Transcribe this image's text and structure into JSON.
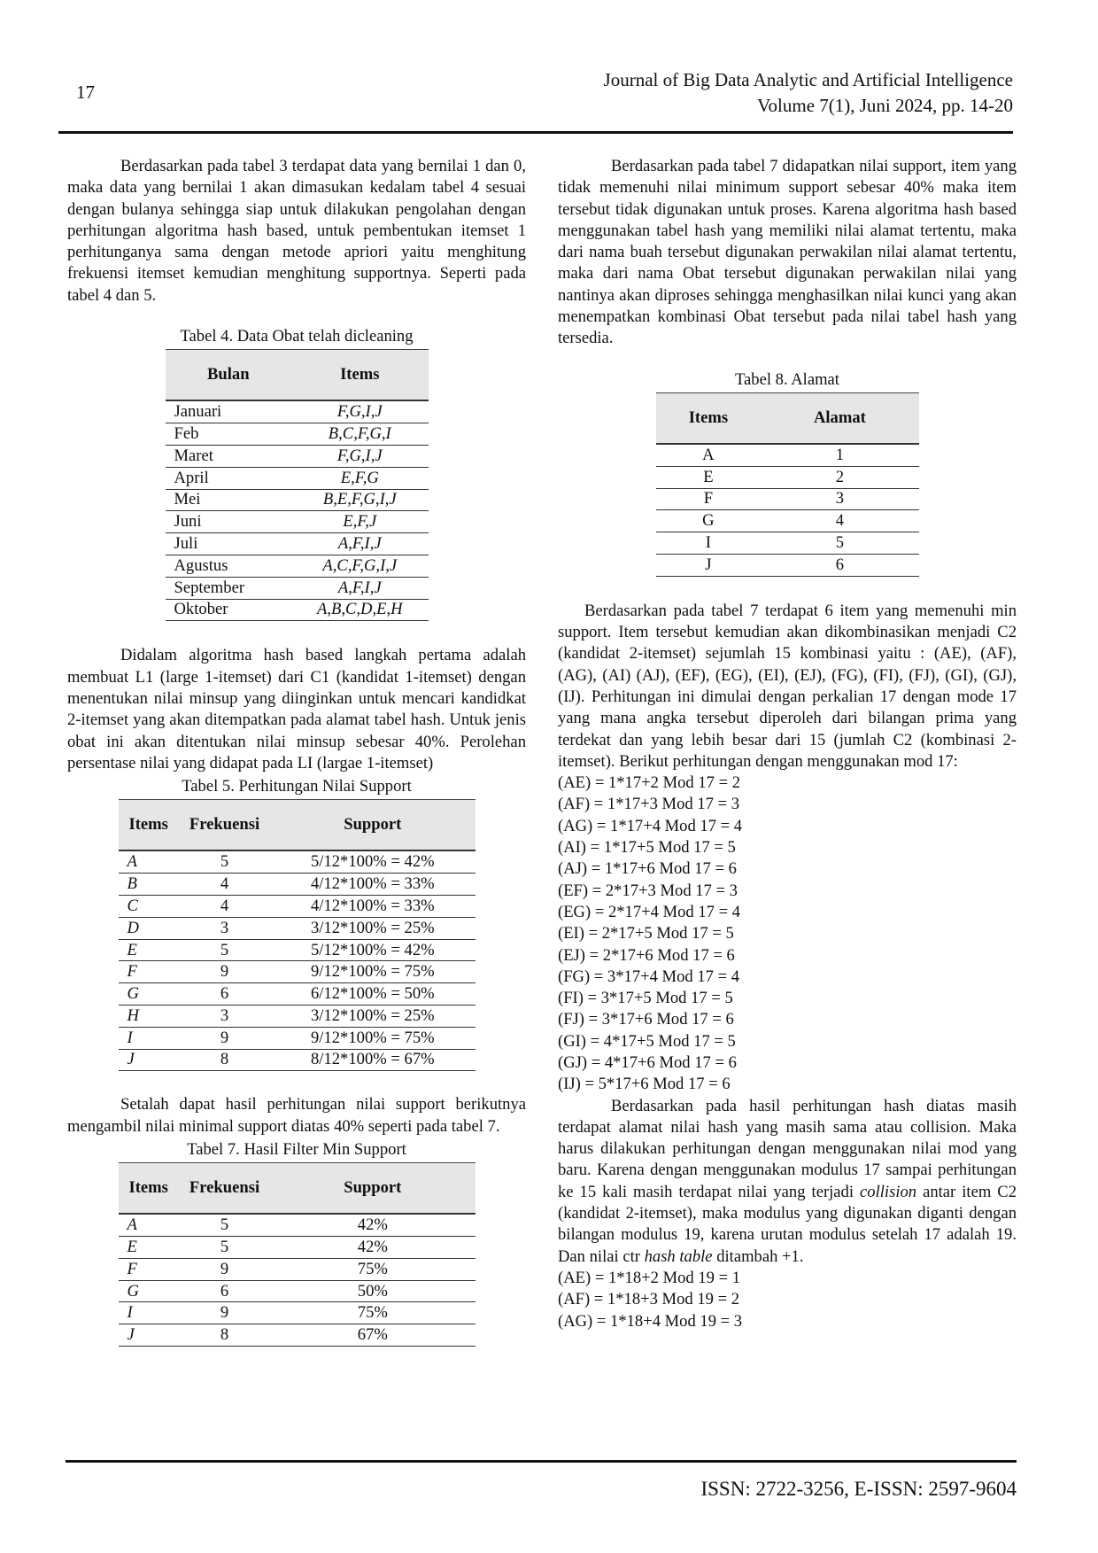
{
  "header": {
    "page_number": "17",
    "journal_title": "Journal of Big Data Analytic and Artificial Intelligence",
    "volume_info": "Volume 7(1), Juni 2024, pp. 14-20"
  },
  "footer": {
    "issn": "ISSN: 2722-3256, E-ISSN: 2597-9604"
  },
  "left": {
    "para1": "Berdasarkan pada tabel 3 terdapat data yang bernilai 1 dan 0, maka data yang bernilai 1 akan dimasukan kedalam tabel 4 sesuai dengan bulanya sehingga siap untuk dilakukan pengolahan dengan perhitungan algoritma hash based, untuk pembentukan itemset 1 perhitunganya sama dengan metode apriori yaitu menghitung frekuensi itemset kemudian menghitung supportnya. Seperti pada tabel 4 dan 5.",
    "table4": {
      "caption": "Tabel 4. Data Obat telah dicleaning",
      "headers": [
        "Bulan",
        "Items"
      ],
      "rows": [
        [
          "Januari",
          "F,G,I,J"
        ],
        [
          "Feb",
          "B,C,F,G,I"
        ],
        [
          "Maret",
          "F,G,I,J"
        ],
        [
          "April",
          "E,F,G"
        ],
        [
          "Mei",
          "B,E,F,G,I,J"
        ],
        [
          "Juni",
          "E,F,J"
        ],
        [
          "Juli",
          "A,F,I,J"
        ],
        [
          "Agustus",
          "A,C,F,G,I,J"
        ],
        [
          "September",
          "A,F,I,J"
        ],
        [
          "Oktober",
          "A,B,C,D,E,H"
        ]
      ]
    },
    "para2": "Didalam algoritma hash based langkah pertama adalah membuat L1 (large 1-itemset) dari C1 (kandidat 1-itemset) dengan menentukan nilai minsup yang diinginkan untuk mencari kandidkat 2-itemset yang akan ditempatkan pada alamat tabel hash. Untuk jenis obat ini akan ditentukan nilai minsup sebesar 40%. Perolehan persentase nilai yang didapat pada LI (largae 1-itemset)",
    "table5": {
      "caption": "Tabel 5. Perhitungan Nilai Support",
      "headers": [
        "Items",
        "Frekuensi",
        "Support"
      ],
      "rows": [
        [
          "A",
          "5",
          "5/12*100% = 42%"
        ],
        [
          "B",
          "4",
          "4/12*100% = 33%"
        ],
        [
          "C",
          "4",
          "4/12*100% = 33%"
        ],
        [
          "D",
          "3",
          "3/12*100% = 25%"
        ],
        [
          "E",
          "5",
          "5/12*100% = 42%"
        ],
        [
          "F",
          "9",
          "9/12*100% = 75%"
        ],
        [
          "G",
          "6",
          "6/12*100% = 50%"
        ],
        [
          "H",
          "3",
          "3/12*100% = 25%"
        ],
        [
          "I",
          "9",
          "9/12*100% = 75%"
        ],
        [
          "J",
          "8",
          "8/12*100% = 67%"
        ]
      ]
    },
    "para3": "Setalah dapat hasil perhitungan nilai support berikutnya mengambil nilai minimal support diatas 40% seperti pada tabel 7.",
    "table7": {
      "caption": "Tabel 7. Hasil Filter Min Support",
      "headers": [
        "Items",
        "Frekuensi",
        "Support"
      ],
      "rows": [
        [
          "A",
          "5",
          "42%"
        ],
        [
          "E",
          "5",
          "42%"
        ],
        [
          "F",
          "9",
          "75%"
        ],
        [
          "G",
          "6",
          "50%"
        ],
        [
          "I",
          "9",
          "75%"
        ],
        [
          "J",
          "8",
          "67%"
        ]
      ]
    }
  },
  "right": {
    "para1": "Berdasarkan pada tabel 7 didapatkan nilai support, item yang tidak memenuhi nilai minimum support sebesar 40% maka item tersebut tidak digunakan untuk proses. Karena algoritma hash based menggunakan tabel hash yang memiliki nilai alamat tertentu, maka dari nama buah tersebut digunakan perwakilan nilai alamat tertentu, maka dari nama Obat tersebut digunakan perwakilan nilai yang nantinya akan diproses sehingga menghasilkan nilai kunci yang akan menempatkan kombinasi Obat tersebut pada nilai tabel hash yang tersedia.",
    "table8": {
      "caption": "Tabel 8. Alamat",
      "headers": [
        "Items",
        "Alamat"
      ],
      "rows": [
        [
          "A",
          "1"
        ],
        [
          "E",
          "2"
        ],
        [
          "F",
          "3"
        ],
        [
          "G",
          "4"
        ],
        [
          "I",
          "5"
        ],
        [
          "J",
          "6"
        ]
      ]
    },
    "para2": "Berdasarkan pada tabel 7 terdapat 6 item yang memenuhi min support. Item tersebut kemudian akan dikombinasikan menjadi C2 (kandidat 2-itemset) sejumlah 15 kombinasi yaitu : (AE), (AF), (AG), (AI) (AJ), (EF), (EG), (EI), (EJ), (FG), (FI), (FJ), (GI), (GJ), (IJ). Perhitungan ini dimulai dengan perkalian 17 dengan mode 17 yang mana angka tersebut diperoleh dari bilangan prima yang terdekat dan yang lebih besar dari 15 (jumlah C2 (kombinasi 2-itemset). Berikut perhitungan dengan menggunakan mod 17:",
    "equations17": [
      "(AE) = 1*17+2 Mod 17 = 2",
      "(AF) = 1*17+3 Mod 17 = 3",
      "(AG) = 1*17+4 Mod 17 = 4",
      "(AI) = 1*17+5 Mod 17 = 5",
      "(AJ) = 1*17+6 Mod 17 = 6",
      "(EF) = 2*17+3 Mod 17 = 3",
      "(EG) = 2*17+4 Mod 17 = 4",
      "(EI) = 2*17+5 Mod 17 = 5",
      "(EJ) = 2*17+6 Mod 17 = 6",
      "(FG) = 3*17+4 Mod 17 = 4",
      "(FI) = 3*17+5 Mod 17 = 5",
      "(FJ) = 3*17+6 Mod 17 = 6",
      "(GI) = 4*17+5 Mod 17 = 5",
      "(GJ) = 4*17+6 Mod 17 = 6",
      "(IJ) = 5*17+6 Mod 17 = 6"
    ],
    "para3_a": "Berdasarkan pada hasil perhitungan hash diatas masih terdapat alamat nilai hash yang masih sama atau collision. Maka harus dilakukan perhitungan dengan menggunakan nilai mod yang baru. Karena dengan menggunakan modulus 17 sampai perhitungan ke 15 kali masih terdapat nilai yang terjadi ",
    "para3_em1": "collision",
    "para3_b": " antar item C2 (kandidat 2-itemset), maka modulus yang digunakan diganti dengan bilangan modulus 19, karena urutan modulus setelah 17 adalah 19. Dan nilai ctr ",
    "para3_em2": "hash table",
    "para3_c": " ditambah +1.",
    "equations19": [
      "(AE) = 1*18+2 Mod 19 = 1",
      "(AF) = 1*18+3 Mod 19 = 2",
      "(AG) = 1*18+4 Mod 19 = 3"
    ]
  }
}
